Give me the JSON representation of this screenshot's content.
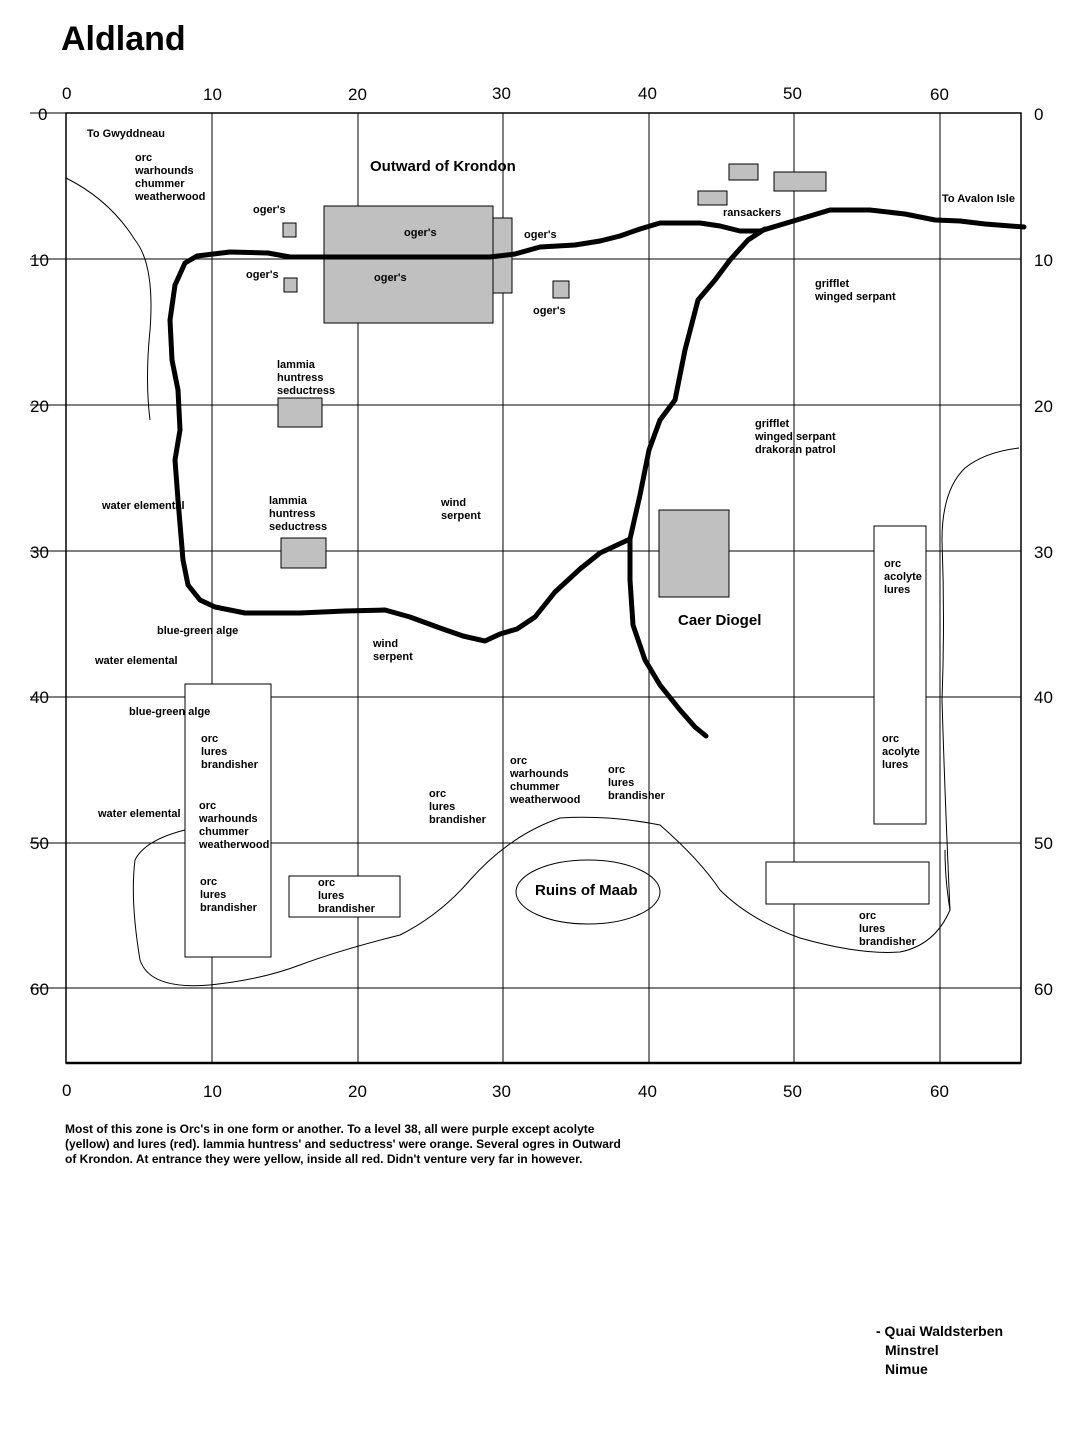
{
  "title": "Aldland",
  "axis": {
    "x_ticks": [
      "0",
      "10",
      "20",
      "30",
      "40",
      "50",
      "60"
    ],
    "y_ticks": [
      "0",
      "10",
      "20",
      "30",
      "40",
      "50",
      "60"
    ]
  },
  "places": {
    "outward": "Outward of Krondon",
    "caer": "Caer Diogel",
    "ruins": "Ruins of Maab",
    "to_gwyddneau": "To Gwyddneau",
    "to_avalon": "To Avalon Isle"
  },
  "labels": {
    "oger": "oger's",
    "ransackers": "ransackers",
    "gr1_a": "grifflet",
    "gr1_b": "winged serpant",
    "gr2_a": "grifflet",
    "gr2_b": "winged serpant",
    "gr2_c": "drakoran patrol",
    "tl_a": "orc",
    "tl_b": "warhounds",
    "tl_c": "chummer",
    "tl_d": "weatherwood",
    "lam_a": "lammia",
    "lam_b": "huntress",
    "lam_c": "seductress",
    "water": "water elemental",
    "wind_a": "wind",
    "wind_b": "serpent",
    "algae": "blue-green alge",
    "orc": "orc",
    "acolyte": "acolyte",
    "lures": "lures",
    "brandisher": "brandisher",
    "warhounds": "warhounds",
    "chummer": "chummer",
    "weatherwood": "weatherwood"
  },
  "notes": "Most of this zone is Orc's in one form or another. To a level 38, all were purple except acolyte (yellow) and lures (red). lammia huntress' and seductress' were orange. Several ogres in Outward of Krondon. At entrance they were yellow, inside all red. Didn't venture very far in however.",
  "signature": {
    "line1": "- Quai Waldsterben",
    "line2": "Minstrel",
    "line3": "Nimue"
  },
  "colors": {
    "building_fill": "#c0c0c0",
    "line": "#000000"
  }
}
